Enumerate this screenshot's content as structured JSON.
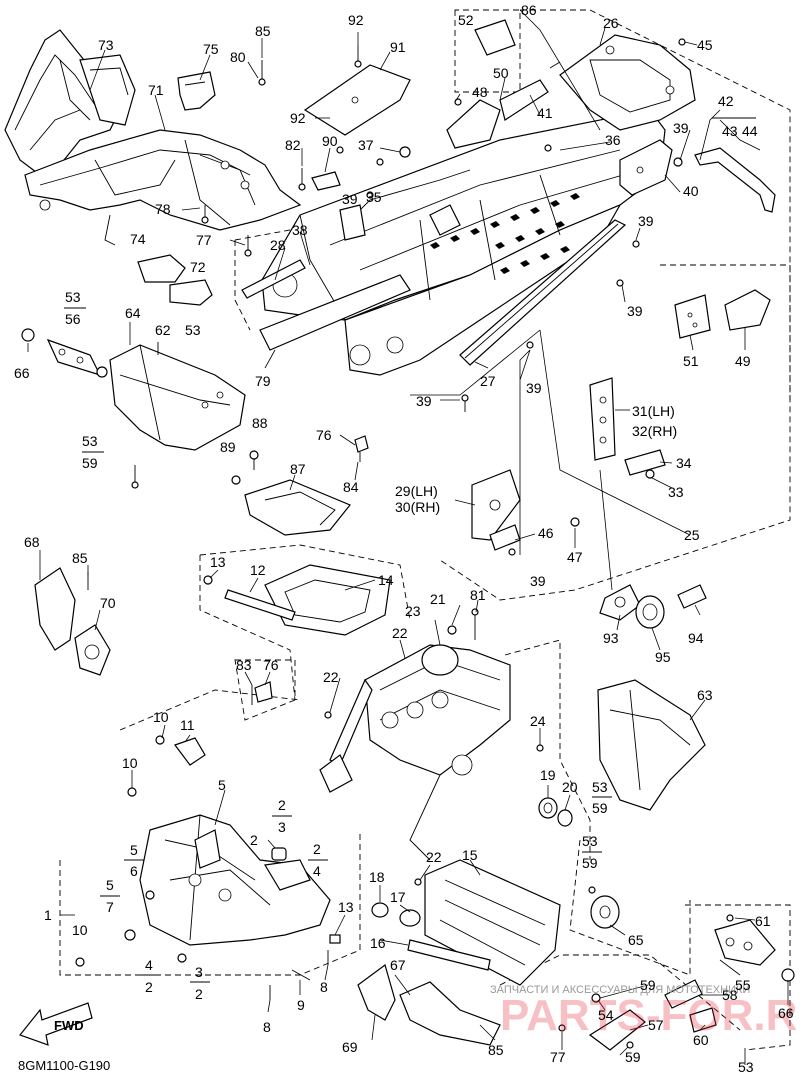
{
  "diagram": {
    "code": "8GM1100-G190",
    "fwd_label": "FWD",
    "watermark_main": "PARTS-FOR.RU",
    "watermark_sub": "ЗАПЧАСТИ И АКСЕССУАРЫ ДЛЯ МОТОТЕХНИКИ"
  },
  "callouts": [
    {
      "id": "c73",
      "text": "73"
    },
    {
      "id": "c71",
      "text": "71"
    },
    {
      "id": "c75",
      "text": "75"
    },
    {
      "id": "c85a",
      "text": "85"
    },
    {
      "id": "c80",
      "text": "80"
    },
    {
      "id": "c92a",
      "text": "92"
    },
    {
      "id": "c91",
      "text": "91"
    },
    {
      "id": "c92b",
      "text": "92"
    },
    {
      "id": "c52",
      "text": "52"
    },
    {
      "id": "c86",
      "text": "86"
    },
    {
      "id": "c26",
      "text": "26"
    },
    {
      "id": "c45",
      "text": "45"
    },
    {
      "id": "c50",
      "text": "50"
    },
    {
      "id": "c48",
      "text": "48"
    },
    {
      "id": "c41",
      "text": "41"
    },
    {
      "id": "c90",
      "text": "90"
    },
    {
      "id": "c37",
      "text": "37"
    },
    {
      "id": "c82",
      "text": "82"
    },
    {
      "id": "c39a",
      "text": "39"
    },
    {
      "id": "c35",
      "text": "35"
    },
    {
      "id": "c36",
      "text": "36"
    },
    {
      "id": "c39b",
      "text": "39"
    },
    {
      "id": "c42",
      "text": "42"
    },
    {
      "id": "c43",
      "text": "43"
    },
    {
      "id": "c44",
      "text": "44"
    },
    {
      "id": "c40",
      "text": "40"
    },
    {
      "id": "c78",
      "text": "78"
    },
    {
      "id": "c77a",
      "text": "77"
    },
    {
      "id": "c74",
      "text": "74"
    },
    {
      "id": "c72",
      "text": "72"
    },
    {
      "id": "c28",
      "text": "28"
    },
    {
      "id": "c38",
      "text": "38"
    },
    {
      "id": "c39c",
      "text": "39"
    },
    {
      "id": "c39d",
      "text": "39"
    },
    {
      "id": "c53a",
      "text": "53"
    },
    {
      "id": "c56",
      "text": "56"
    },
    {
      "id": "c64",
      "text": "64"
    },
    {
      "id": "c62",
      "text": "62"
    },
    {
      "id": "c53b",
      "text": "53"
    },
    {
      "id": "c66a",
      "text": "66"
    },
    {
      "id": "c79",
      "text": "79"
    },
    {
      "id": "c27",
      "text": "27"
    },
    {
      "id": "c39e",
      "text": "39"
    },
    {
      "id": "c51",
      "text": "51"
    },
    {
      "id": "c49",
      "text": "49"
    },
    {
      "id": "c39f",
      "text": "39"
    },
    {
      "id": "c31",
      "text": "31(LH)"
    },
    {
      "id": "c32",
      "text": "32(RH)"
    },
    {
      "id": "c53c",
      "text": "53"
    },
    {
      "id": "c59a",
      "text": "59"
    },
    {
      "id": "c76a",
      "text": "76"
    },
    {
      "id": "c84",
      "text": "84"
    },
    {
      "id": "c89",
      "text": "89"
    },
    {
      "id": "c88",
      "text": "88"
    },
    {
      "id": "c87",
      "text": "87"
    },
    {
      "id": "c34",
      "text": "34"
    },
    {
      "id": "c33",
      "text": "33"
    },
    {
      "id": "c29",
      "text": "29(LH)"
    },
    {
      "id": "c30",
      "text": "30(RH)"
    },
    {
      "id": "c46",
      "text": "46"
    },
    {
      "id": "c47",
      "text": "47"
    },
    {
      "id": "c25",
      "text": "25"
    },
    {
      "id": "c39g",
      "text": "39"
    },
    {
      "id": "c68",
      "text": "68"
    },
    {
      "id": "c85b",
      "text": "85"
    },
    {
      "id": "c70",
      "text": "70"
    },
    {
      "id": "c13a",
      "text": "13"
    },
    {
      "id": "c12",
      "text": "12"
    },
    {
      "id": "c14",
      "text": "14"
    },
    {
      "id": "c21",
      "text": "21"
    },
    {
      "id": "c81",
      "text": "81"
    },
    {
      "id": "c23",
      "text": "23"
    },
    {
      "id": "c22a",
      "text": "22"
    },
    {
      "id": "c93",
      "text": "93"
    },
    {
      "id": "c95",
      "text": "95"
    },
    {
      "id": "c94",
      "text": "94"
    },
    {
      "id": "c83",
      "text": "83"
    },
    {
      "id": "c76b",
      "text": "76"
    },
    {
      "id": "c22b",
      "text": "22"
    },
    {
      "id": "c63",
      "text": "63"
    },
    {
      "id": "c10a",
      "text": "10"
    },
    {
      "id": "c11",
      "text": "11"
    },
    {
      "id": "c24",
      "text": "24"
    },
    {
      "id": "c10b",
      "text": "10"
    },
    {
      "id": "c5a",
      "text": "5"
    },
    {
      "id": "c19",
      "text": "19"
    },
    {
      "id": "c20",
      "text": "20"
    },
    {
      "id": "c53d",
      "text": "53"
    },
    {
      "id": "c59b",
      "text": "59"
    },
    {
      "id": "c2a",
      "text": "2"
    },
    {
      "id": "c3a",
      "text": "3"
    },
    {
      "id": "c2b",
      "text": "2"
    },
    {
      "id": "c2c",
      "text": "2"
    },
    {
      "id": "c4a",
      "text": "4"
    },
    {
      "id": "c53e",
      "text": "53"
    },
    {
      "id": "c59c",
      "text": "59"
    },
    {
      "id": "c5b",
      "text": "5"
    },
    {
      "id": "c6",
      "text": "6"
    },
    {
      "id": "c5c",
      "text": "5"
    },
    {
      "id": "c7",
      "text": "7"
    },
    {
      "id": "c22c",
      "text": "22"
    },
    {
      "id": "c15",
      "text": "15"
    },
    {
      "id": "c18",
      "text": "18"
    },
    {
      "id": "c17",
      "text": "17"
    },
    {
      "id": "c1",
      "text": "1"
    },
    {
      "id": "c13b",
      "text": "13"
    },
    {
      "id": "c10c",
      "text": "10"
    },
    {
      "id": "c16",
      "text": "16"
    },
    {
      "id": "c65",
      "text": "65"
    },
    {
      "id": "c61",
      "text": "61"
    },
    {
      "id": "c4b",
      "text": "4"
    },
    {
      "id": "c2d",
      "text": "2"
    },
    {
      "id": "c3b",
      "text": "3"
    },
    {
      "id": "c2e",
      "text": "2"
    },
    {
      "id": "c9",
      "text": "9"
    },
    {
      "id": "c8a",
      "text": "8"
    },
    {
      "id": "c8b",
      "text": "8"
    },
    {
      "id": "c67",
      "text": "67"
    },
    {
      "id": "c55",
      "text": "55"
    },
    {
      "id": "c59d",
      "text": "59"
    },
    {
      "id": "c54",
      "text": "54"
    },
    {
      "id": "c58",
      "text": "58"
    },
    {
      "id": "c66b",
      "text": "66"
    },
    {
      "id": "c57",
      "text": "57"
    },
    {
      "id": "c60",
      "text": "60"
    },
    {
      "id": "c69",
      "text": "69"
    },
    {
      "id": "c85c",
      "text": "85"
    },
    {
      "id": "c77b",
      "text": "77"
    },
    {
      "id": "c59e",
      "text": "59"
    },
    {
      "id": "c53f",
      "text": "53"
    }
  ]
}
